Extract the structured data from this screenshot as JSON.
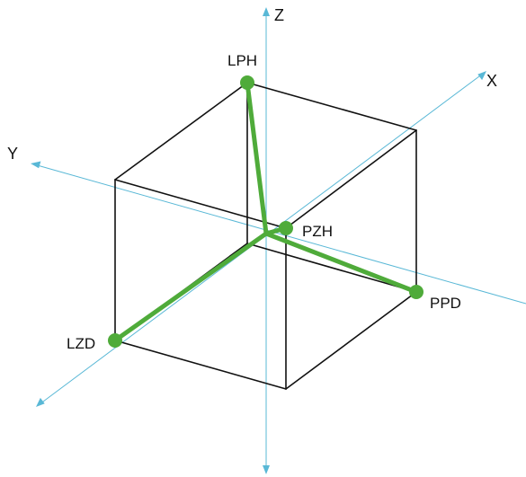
{
  "colors": {
    "axis": "#59b8d6",
    "cube": "#111111",
    "vector": "#4fab3a",
    "point": "#4fab3a"
  },
  "axes": {
    "z_label": "Z",
    "x_label": "X",
    "y_label": "Y"
  },
  "points": {
    "lph": "LPH",
    "pzh": "PZH",
    "ppd": "PPD",
    "lzd": "LZD"
  }
}
